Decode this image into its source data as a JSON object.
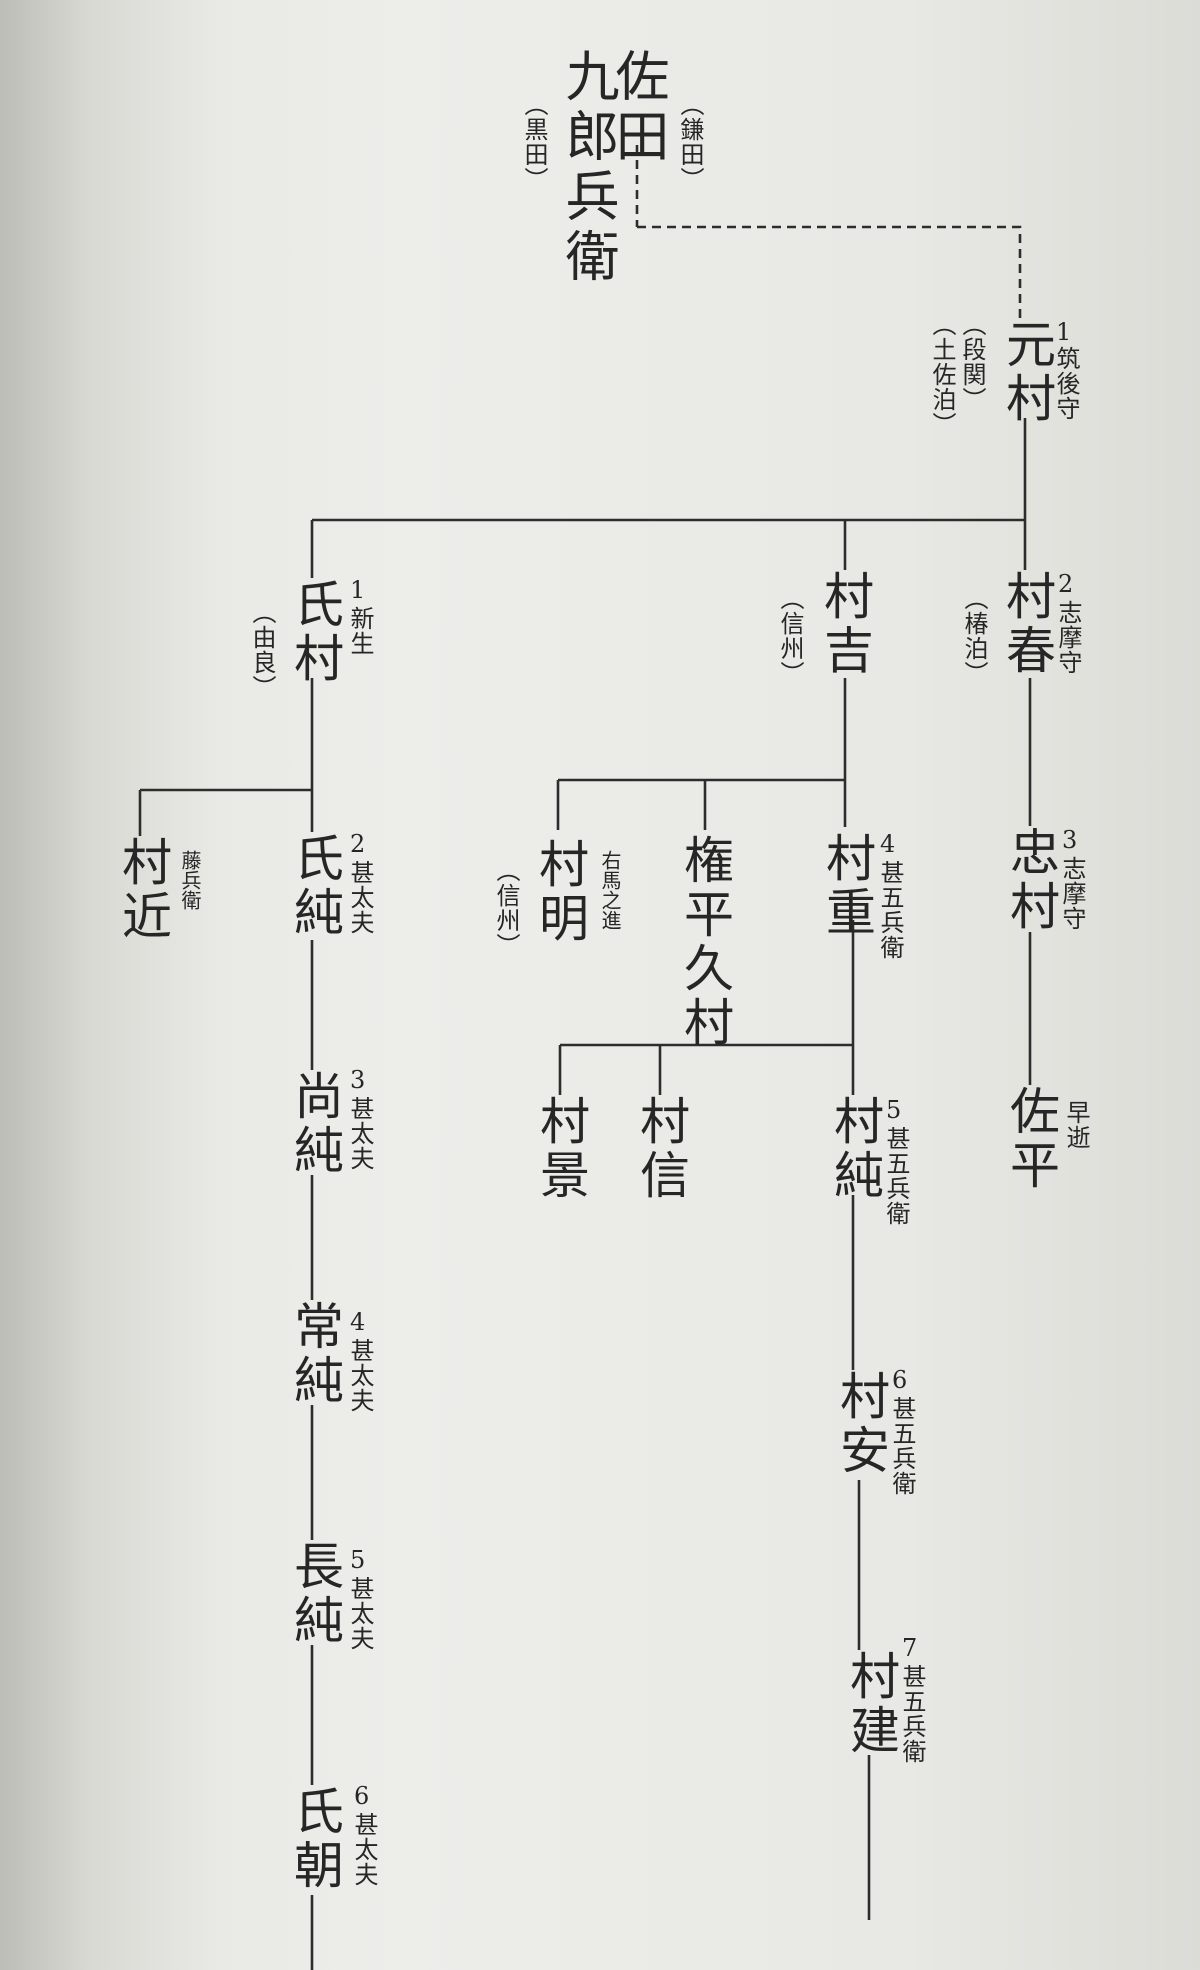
{
  "genealogy": {
    "ancestor": {
      "name": "佐田",
      "name2": "九郎兵衛",
      "alias_right": "（鎌田）",
      "alias_left": "（黒田）"
    },
    "motomura": {
      "num": "1",
      "title": "筑後守",
      "name": "元村",
      "alias": "（段関）",
      "alias2": "（土佐泊）"
    },
    "ujimura": {
      "num": "1",
      "title": "新生",
      "name": "氏村",
      "alias": "（由良）"
    },
    "murayoshi": {
      "name": "村吉",
      "alias": "（信州）"
    },
    "muraharu": {
      "num": "2",
      "title": "志摩守",
      "name": "村春",
      "alias": "（椿泊）"
    },
    "murachika": {
      "name": "村近",
      "title": "藤兵衛"
    },
    "ujizumi": {
      "num": "2",
      "title": "甚太夫",
      "name": "氏純"
    },
    "muraaki": {
      "name": "村明",
      "alias": "（信州）",
      "title": "右馬之進"
    },
    "gonpei": {
      "name": "権平久村"
    },
    "murashige": {
      "num": "4",
      "title": "甚五兵衛",
      "name": "村重"
    },
    "tadamura": {
      "num": "3",
      "title": "志摩守",
      "name": "忠村"
    },
    "naozumi": {
      "num": "3",
      "title": "甚太夫",
      "name": "尚純"
    },
    "murakage": {
      "name": "村景"
    },
    "muranobu": {
      "name": "村信"
    },
    "murazumi": {
      "num": "5",
      "title": "甚五兵衛",
      "name": "村純"
    },
    "sahei": {
      "name": "佐平",
      "title": "早逝"
    },
    "tsunezumi": {
      "num": "4",
      "title": "甚太夫",
      "name": "常純"
    },
    "murayasu": {
      "num": "6",
      "title": "甚五兵衛",
      "name": "村安"
    },
    "nagazumi": {
      "num": "5",
      "title": "甚太夫",
      "name": "長純"
    },
    "muratate": {
      "num": "7",
      "title": "甚五兵衛",
      "name": "村建"
    },
    "ujitomo": {
      "num": "6",
      "title": "甚太夫",
      "name": "氏朝"
    }
  }
}
